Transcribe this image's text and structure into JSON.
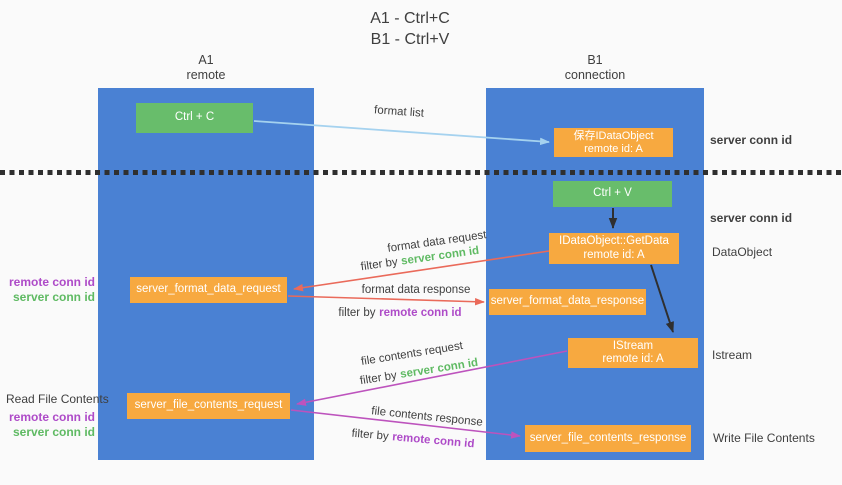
{
  "title": {
    "line1": "A1 - Ctrl+C",
    "line2": "B1 - Ctrl+V"
  },
  "lanes": {
    "a1": {
      "name": "A1",
      "role": "remote"
    },
    "b1": {
      "name": "B1",
      "role": "connection"
    }
  },
  "nodes": {
    "ctrl_c": {
      "label": "Ctrl + C"
    },
    "ctrl_v": {
      "label": "Ctrl + V"
    },
    "save_idataobject": {
      "line1": "保存IDataObject",
      "line2": "remote id: A"
    },
    "getdata": {
      "line1": "IDataObject::GetData",
      "line2": "remote id: A"
    },
    "istream": {
      "line1": "IStream",
      "line2": "remote id: A"
    },
    "format_request": {
      "label": "server_format_data_request"
    },
    "format_response": {
      "label": "server_format_data_response"
    },
    "file_request": {
      "label": "server_file_contents_request"
    },
    "file_response": {
      "label": "server_file_contents_response"
    }
  },
  "arrow_labels": {
    "format_list": "format list",
    "format_data_request": "format data request",
    "format_data_response": "format data response",
    "file_contents_request": "file contents request",
    "file_contents_response": "file contents response"
  },
  "strings": {
    "filter_by": "filter by",
    "server_conn_id": "server conn id",
    "remote_conn_id": "remote conn id"
  },
  "side_labels": {
    "read_file_contents": "Read File Contents",
    "dataobject": "DataObject",
    "istream": "Istream",
    "write_file_contents": "Write File Contents"
  },
  "colors": {
    "background": "#fafafa",
    "lane_blue": "#4a81d3",
    "node_green": "#68bd6b",
    "node_orange": "#f7a940",
    "arrow_light_blue": "#a5d2ef",
    "arrow_red": "#ea6a5a",
    "arrow_magenta": "#bd53bd",
    "arrow_black": "#2f2f2f",
    "text_green": "#5fba63",
    "text_purple": "#ae4bc8",
    "text_dark": "#3f3f3f"
  }
}
